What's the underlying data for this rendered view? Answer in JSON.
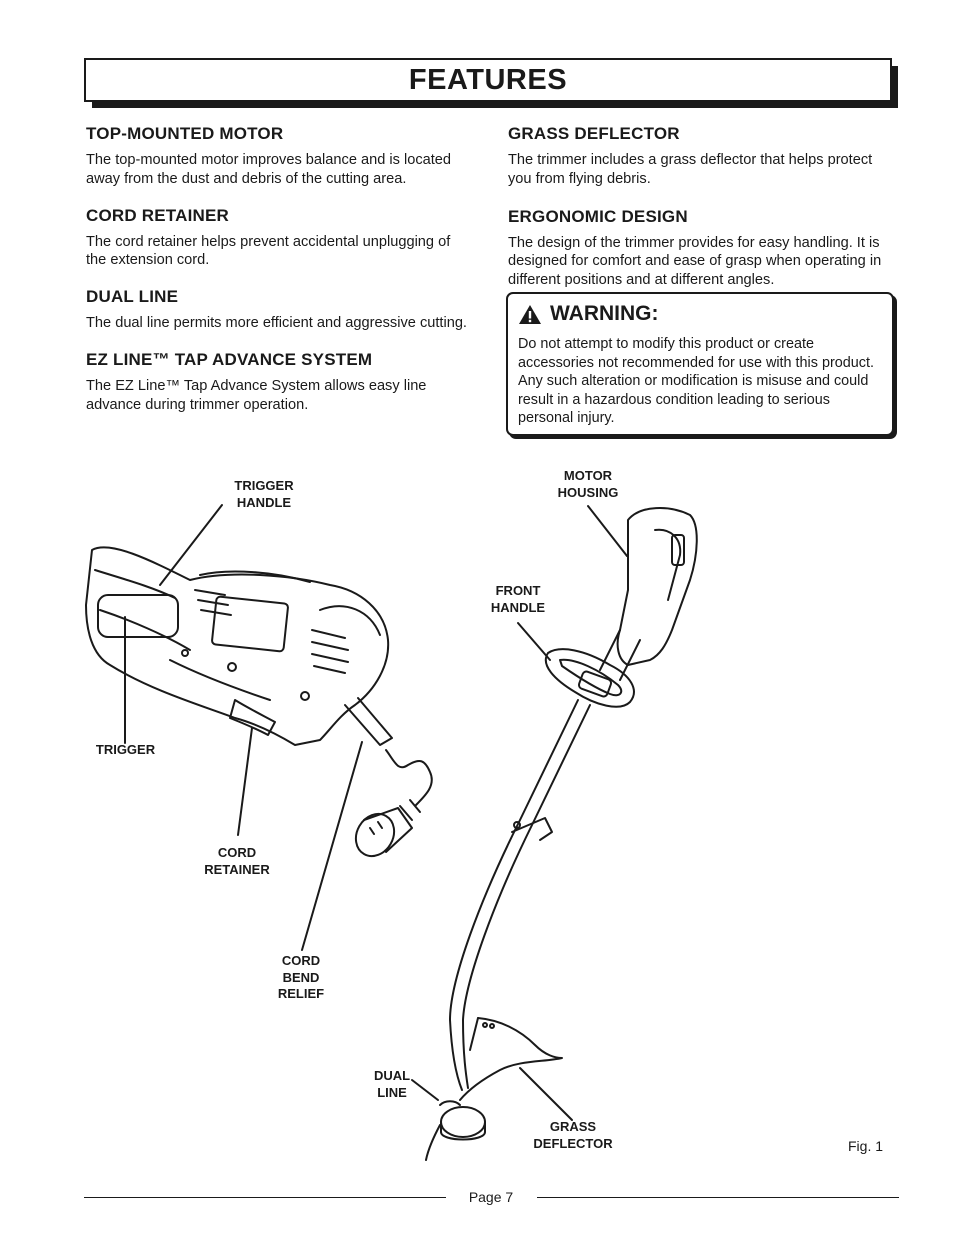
{
  "title": "FEATURES",
  "left_sections": [
    {
      "heading": "TOP-MOUNTED MOTOR",
      "body": "The top-mounted motor improves balance and is located away from the dust and debris of the cutting area."
    },
    {
      "heading": "CORD RETAINER",
      "body": "The cord retainer helps prevent accidental unplugging of the extension cord."
    },
    {
      "heading": "DUAL LINE",
      "body": "The dual line permits more efficient and aggressive cutting."
    },
    {
      "heading": "EZ LINE™ TAP ADVANCE SYSTEM",
      "body": "The EZ Line™ Tap Advance System allows easy line advance during trimmer operation."
    }
  ],
  "right_sections": [
    {
      "heading": "GRASS DEFLECTOR",
      "body": "The trimmer includes a grass deflector that helps protect you from flying debris."
    },
    {
      "heading": "ERGONOMIC DESIGN",
      "body": "The design of the trimmer provides for easy handling. It is designed for comfort and ease of grasp when operating in different positions and at different angles."
    }
  ],
  "warning": {
    "title": "WARNING:",
    "icon": "warning-triangle-icon",
    "body": "Do not attempt to modify this product or create accessories not recommended for use with this product. Any such alteration or modification is misuse and could result in a hazardous condition leading to serious personal injury."
  },
  "callouts": {
    "trigger_handle": "TRIGGER\nHANDLE",
    "trigger": "TRIGGER",
    "cord_retainer": "CORD\nRETAINER",
    "cord_bend_relief": "CORD\nBEND\nRELIEF",
    "motor_housing": "MOTOR\nHOUSING",
    "front_handle": "FRONT\nHANDLE",
    "dual_line": "DUAL\nLINE",
    "grass_deflector": "GRASS\nDEFLECTOR"
  },
  "figure_label": "Fig. 1",
  "page_number": "Page 7"
}
